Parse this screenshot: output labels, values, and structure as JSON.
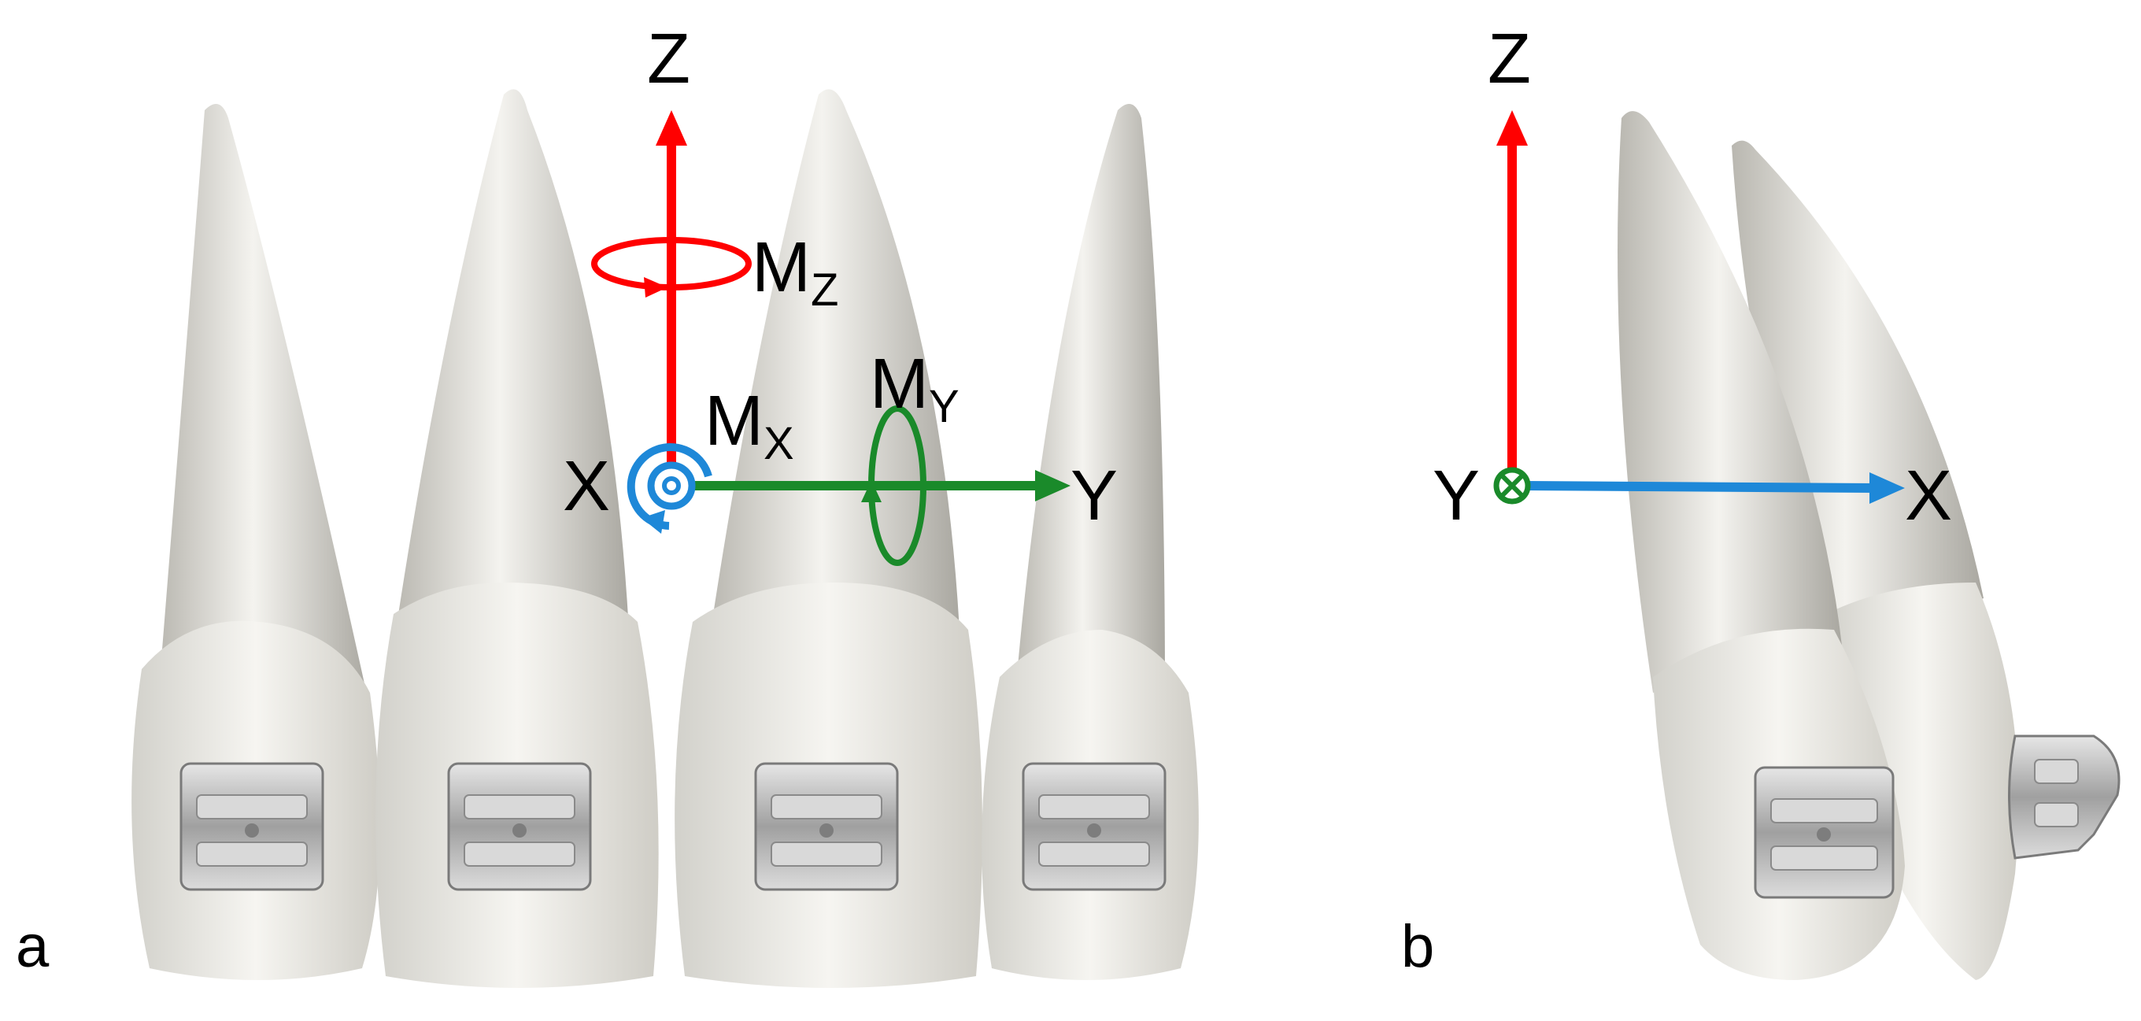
{
  "colors": {
    "z_axis": "#ff0000",
    "y_axis": "#1a8a2a",
    "x_axis": "#1e88d8",
    "tooth_light": "#f2f1ec",
    "tooth_dark": "#b9b7b0",
    "bracket": "#9a9a9a"
  },
  "panel_a": {
    "label": "a",
    "axes": {
      "z": "Z",
      "x": "X",
      "y": "Y"
    },
    "moments": {
      "z": {
        "main": "M",
        "sub": "Z"
      },
      "x": {
        "main": "M",
        "sub": "X"
      },
      "y": {
        "main": "M",
        "sub": "Y"
      }
    },
    "teeth_count": 4
  },
  "panel_b": {
    "label": "b",
    "axes": {
      "z": "Z",
      "y": "Y",
      "x": "X"
    },
    "teeth_count": 2
  }
}
